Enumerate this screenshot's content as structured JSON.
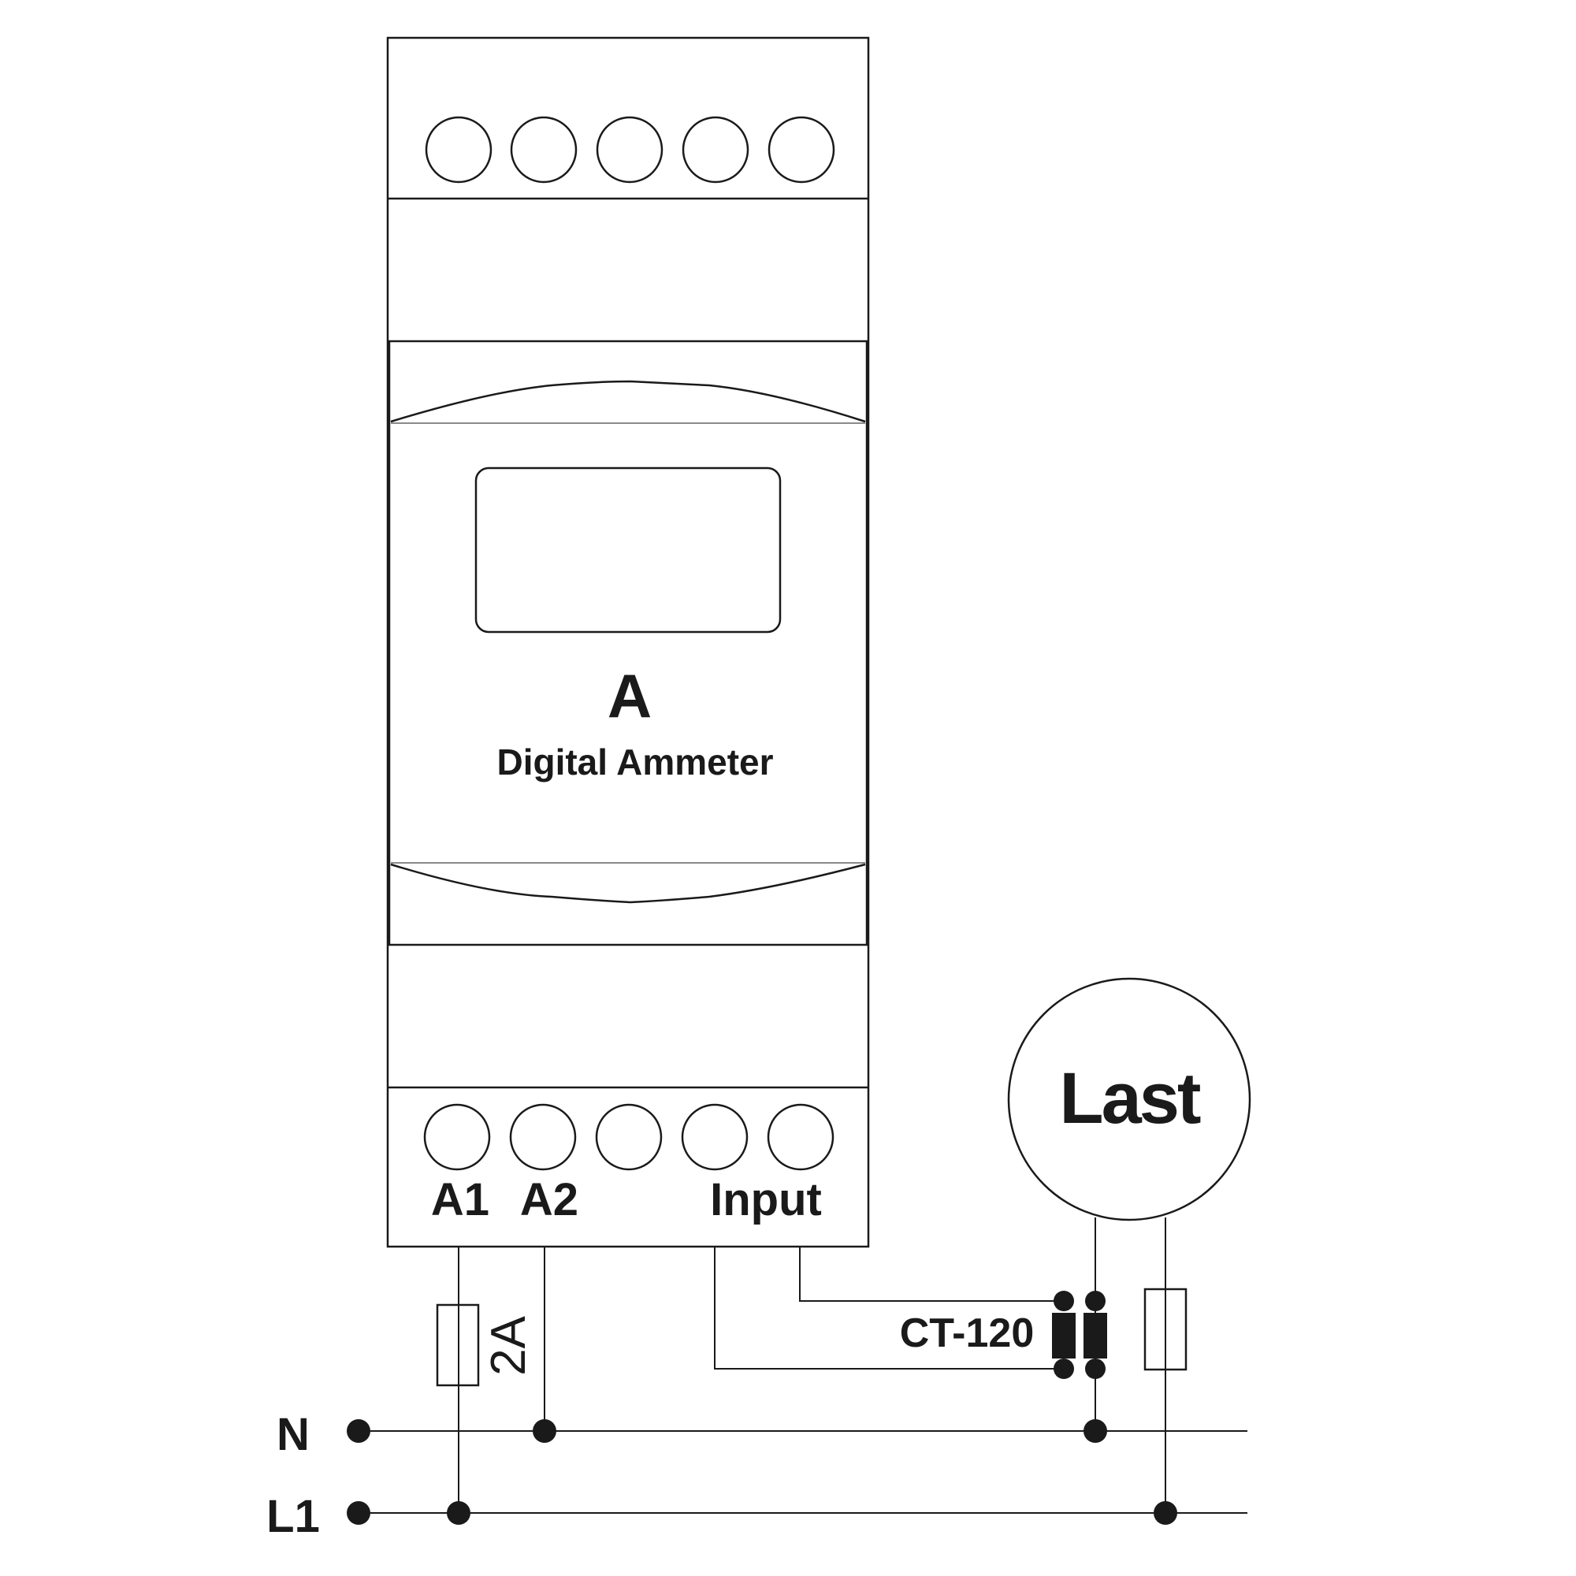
{
  "device": {
    "unit_symbol": "A",
    "name": "Digital Ammeter"
  },
  "terminals": {
    "a1": "A1",
    "a2": "A2",
    "input": "Input"
  },
  "fuse": {
    "rating": "2A"
  },
  "current_transformer": {
    "label": "CT-120"
  },
  "load": {
    "label": "Last"
  },
  "lines": {
    "neutral": "N",
    "phase": "L1"
  },
  "colors": {
    "ink": "#1a1a1a",
    "background": "#ffffff"
  }
}
